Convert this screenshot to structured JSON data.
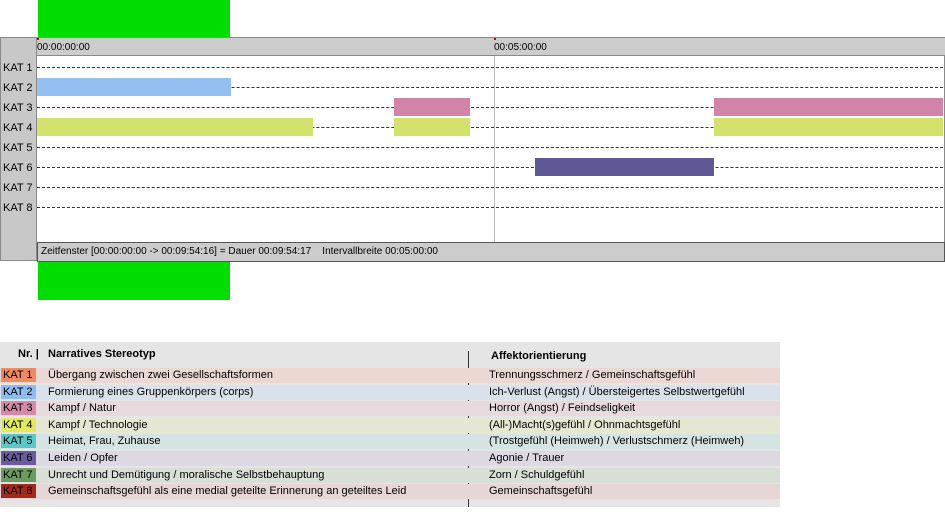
{
  "timeline": {
    "ticks": [
      {
        "label": "00:00:00:00",
        "seconds": 0
      },
      {
        "label": "00:05:00:00",
        "seconds": 300
      }
    ],
    "duration_seconds": 594.5,
    "categories": [
      {
        "label": "KAT 1",
        "color": ""
      },
      {
        "label": "KAT 2",
        "color": "#93c0f0"
      },
      {
        "label": "KAT 3",
        "color": "#d283a8"
      },
      {
        "label": "KAT 4",
        "color": "#d2e26c"
      },
      {
        "label": "KAT 5",
        "color": ""
      },
      {
        "label": "KAT 6",
        "color": "#5f5796"
      },
      {
        "label": "KAT 7",
        "color": ""
      },
      {
        "label": "KAT 8",
        "color": ""
      }
    ],
    "segments": [
      {
        "category": "KAT 2",
        "start": 0,
        "end": 127
      },
      {
        "category": "KAT 4",
        "start": 0,
        "end": 181
      },
      {
        "category": "KAT 3",
        "start": 234,
        "end": 284
      },
      {
        "category": "KAT 4",
        "start": 234,
        "end": 284
      },
      {
        "category": "KAT 6",
        "start": 327,
        "end": 444
      },
      {
        "category": "KAT 3",
        "start": 444,
        "end": 594.5
      },
      {
        "category": "KAT 4",
        "start": 444,
        "end": 594.5
      }
    ],
    "footer": "Zeitfenster [00:00:00:00 -> 00:09:54:16] = Dauer 00:09:54:17    Intervallbreite 00:05:00:00"
  },
  "legend": {
    "header_nr": "Nr. |",
    "header_stereotype": "Narratives Stereotyp",
    "header_affect": "Affektorientierung",
    "rows": [
      {
        "kat": "KAT 1",
        "badge_color": "#f08a64",
        "row_color": "#ecd8d2",
        "stereotype": "Übergang zwischen zwei Gesellschaftsformen",
        "affect": "Trennungsschmerz / Gemeinschaftsgefühl"
      },
      {
        "kat": "KAT 2",
        "badge_color": "#8fbcf0",
        "row_color": "#d9e1ec",
        "stereotype": "Formierung eines Gruppenkörpers (corps)",
        "affect": "Ich-Verlust (Angst) / Übersteigertes Selbstwertgefühl"
      },
      {
        "kat": "KAT 3",
        "badge_color": "#d48aa8",
        "row_color": "#e8d9df",
        "stereotype": "Kampf / Natur",
        "affect": "Horror (Angst) / Feindseligkeit"
      },
      {
        "kat": "KAT 4",
        "badge_color": "#e2e860",
        "row_color": "#e6e7d2",
        "stereotype": "Kampf / Technologie",
        "affect": "(All-)Macht(s)gefühl / Ohnmachtsgefühl"
      },
      {
        "kat": "KAT 5",
        "badge_color": "#5ec6c6",
        "row_color": "#d5e4e2",
        "stereotype": "Heimat, Frau, Zuhause",
        "affect": "(Trostgefühl (Heimweh) / Verlustschmerz (Heimweh)"
      },
      {
        "kat": "KAT 6",
        "badge_color": "#6a5aa0",
        "row_color": "#dcd9e3",
        "stereotype": "Leiden / Opfer",
        "affect": "Agonie / Trauer"
      },
      {
        "kat": "KAT 7",
        "badge_color": "#6e9a62",
        "row_color": "#d8dfd6",
        "stereotype": "Unrecht und Demütigung / moralische Selbstbehauptung",
        "affect": "Zorn / Schuldgefühl"
      },
      {
        "kat": "KAT 8",
        "badge_color": "#a02a1e",
        "row_color": "#e6d6d6",
        "stereotype": "Gemeinschaftsgefühl als eine medial geteilte Erinnerung an geteiltes Leid",
        "affect": "Gemeinschaftsgefühl"
      }
    ]
  }
}
